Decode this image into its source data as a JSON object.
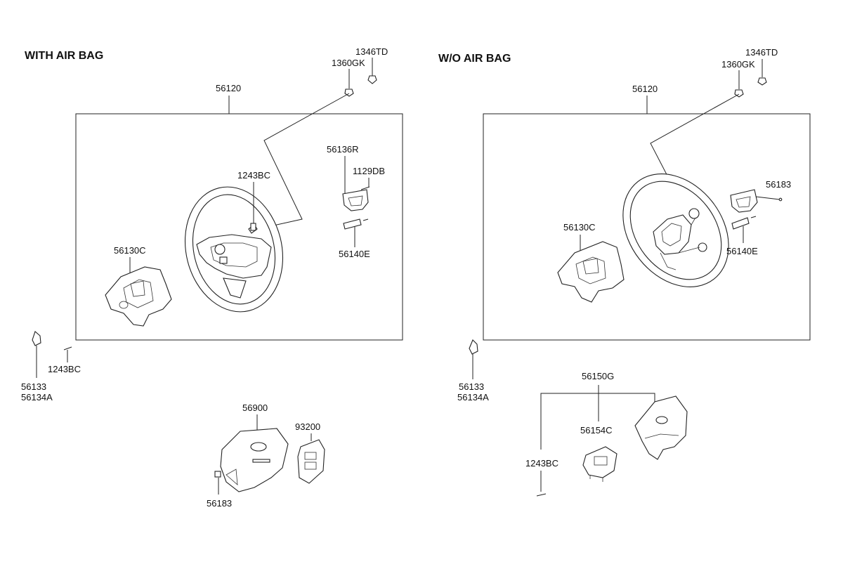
{
  "sections": {
    "with_airbag": {
      "title": "WITH AIR BAG",
      "labels": {
        "p1346TD": "1346TD",
        "p1360GK": "1360GK",
        "p56120": "56120",
        "p56136R": "56136R",
        "p1129DB": "1129DB",
        "p1243BC_top": "1243BC",
        "p56130C": "56130C",
        "p56140E": "56140E",
        "p1243BC_bottom": "1243BC",
        "p56133": "56133",
        "p56134A": "56134A",
        "p56900": "56900",
        "p93200": "93200",
        "p56183": "56183"
      }
    },
    "without_airbag": {
      "title": "W/O AIR BAG",
      "labels": {
        "p1346TD": "1346TD",
        "p1360GK": "1360GK",
        "p56120": "56120",
        "p56183": "56183",
        "p56130C": "56130C",
        "p56140E": "56140E",
        "p56133": "56133",
        "p56134A": "56134A",
        "p56150G": "56150G",
        "p56154C": "56154C",
        "p1243BC": "1243BC"
      }
    }
  }
}
